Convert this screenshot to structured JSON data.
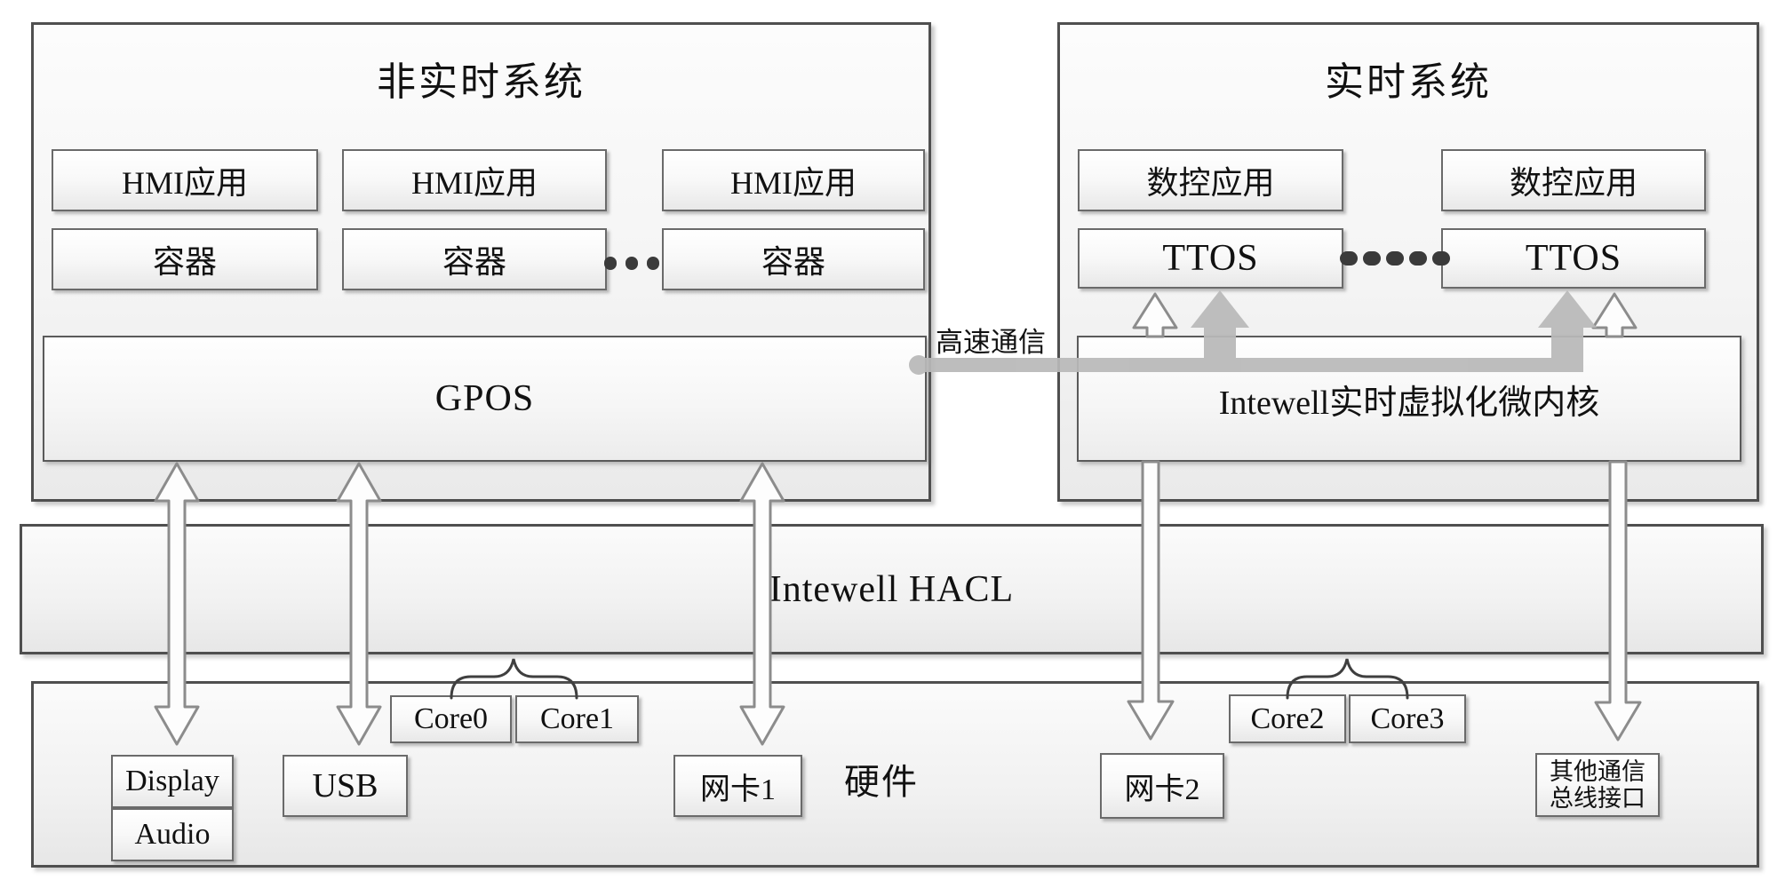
{
  "non_realtime": {
    "title": "非实时系统",
    "hmi_apps": [
      "HMI应用",
      "HMI应用",
      "HMI应用"
    ],
    "containers": [
      "容器",
      "容器",
      "容器"
    ],
    "os": "GPOS"
  },
  "realtime": {
    "title": "实时系统",
    "nc_apps": [
      "数控应用",
      "数控应用"
    ],
    "rtos": [
      "TTOS",
      "TTOS"
    ],
    "kernel": "Intewell实时虚拟化微内核"
  },
  "hacl": {
    "label": "Intewell HACL"
  },
  "hardware": {
    "label": "硬件",
    "display": "Display",
    "audio": "Audio",
    "usb": "USB",
    "cores": [
      "Core0",
      "Core1",
      "Core2",
      "Core3"
    ],
    "nic1": "网卡1",
    "nic2": "网卡2",
    "other_bus": [
      "其他通信",
      "总线接口"
    ]
  },
  "annotations": {
    "highspeed_comm": "高速通信"
  },
  "colors": {
    "panel_border": "#4f4f4f",
    "box_border": "#6a6a6a",
    "text": "#111111",
    "arrow_outline": "#8c8c8c",
    "arrow_fill": "#fdfdfd",
    "comm_gray": "#b9b9b9",
    "dot_dark": "#3a3a3a"
  }
}
